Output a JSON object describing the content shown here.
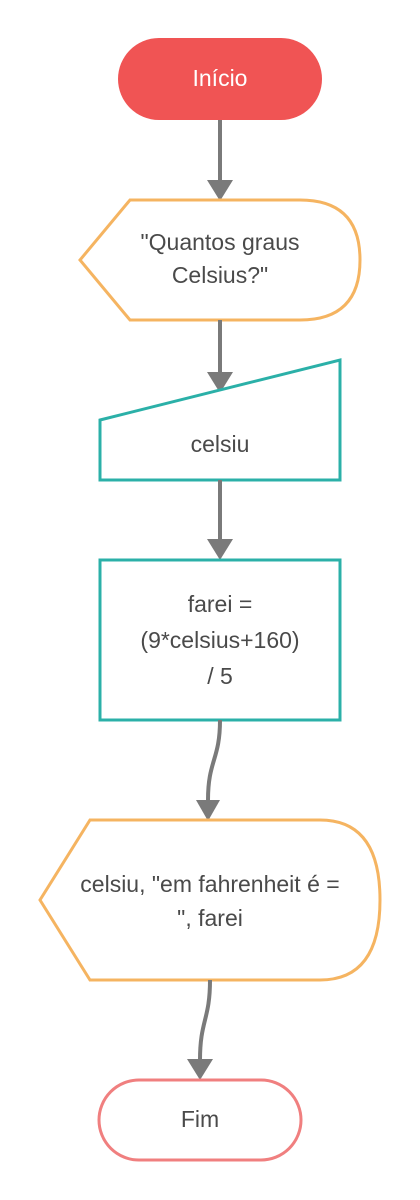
{
  "diagram": {
    "start": {
      "label": "Início"
    },
    "prompt": {
      "lines": [
        "\"Quantos graus",
        "Celsius?\""
      ]
    },
    "input": {
      "label": "celsiu"
    },
    "process": {
      "lines": [
        "farei =",
        "(9*celsius+160)",
        "/ 5"
      ]
    },
    "output": {
      "lines": [
        "celsiu, \"em fahrenheit é =",
        "\", farei"
      ]
    },
    "end": {
      "label": "Fim"
    }
  },
  "colors": {
    "start_fill": "#f05454",
    "display_border": "#f5b461",
    "io_border": "#2bb0a8",
    "end_border": "#f07f7f",
    "connector": "#7a7a7a",
    "text": "#4a4a4a"
  }
}
